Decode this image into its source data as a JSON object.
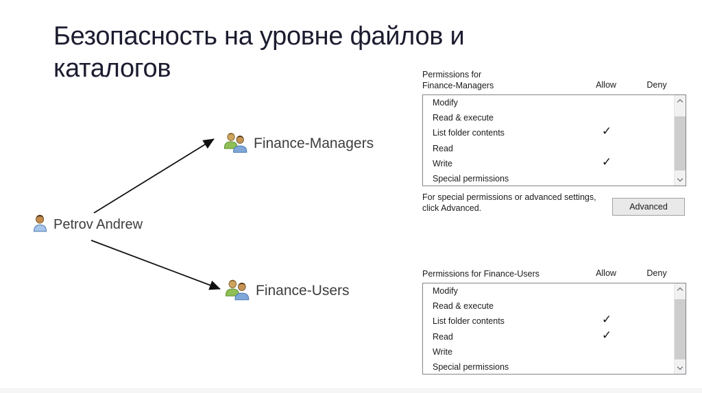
{
  "title": {
    "lines": [
      "Безопасность на уровне файлов и",
      "каталогов"
    ]
  },
  "diagram": {
    "user_label": "Petrov Andrew",
    "group1_label": "Finance-Managers",
    "group2_label": "Finance-Users"
  },
  "glyphs": {
    "check": "✓"
  },
  "panels": [
    {
      "title_lines": [
        "Permissions for",
        "Finance-Managers"
      ],
      "columns": {
        "allow": "Allow",
        "deny": "Deny"
      },
      "rows": [
        {
          "label": "Modify",
          "allow": false,
          "deny": false
        },
        {
          "label": "Read & execute",
          "allow": false,
          "deny": false
        },
        {
          "label": "List folder contents",
          "allow": true,
          "deny": false
        },
        {
          "label": "Read",
          "allow": false,
          "deny": false
        },
        {
          "label": "Write",
          "allow": true,
          "deny": false
        },
        {
          "label": "Special permissions",
          "allow": false,
          "deny": false
        }
      ],
      "footer_lines": [
        "For special permissions or advanced settings,",
        "click Advanced."
      ],
      "advanced_button_label": "Advanced"
    },
    {
      "title_lines": [
        "Permissions for Finance-Users"
      ],
      "columns": {
        "allow": "Allow",
        "deny": "Deny"
      },
      "rows": [
        {
          "label": "Modify",
          "allow": false,
          "deny": false
        },
        {
          "label": "Read & execute",
          "allow": false,
          "deny": false
        },
        {
          "label": "List folder contents",
          "allow": true,
          "deny": false
        },
        {
          "label": "Read",
          "allow": true,
          "deny": false
        },
        {
          "label": "Write",
          "allow": false,
          "deny": false
        },
        {
          "label": "Special permissions",
          "allow": false,
          "deny": false
        }
      ]
    }
  ],
  "colors": {
    "title_text": "#1c1c30",
    "diagram_label": "#3d3d3d",
    "panel_border": "#7f8389",
    "scroll_track": "#f1f1f1",
    "scroll_thumb": "#cdcdcd",
    "button_bg": "#e9e9e9",
    "button_border": "#a0a0a0",
    "check": "#101010"
  }
}
